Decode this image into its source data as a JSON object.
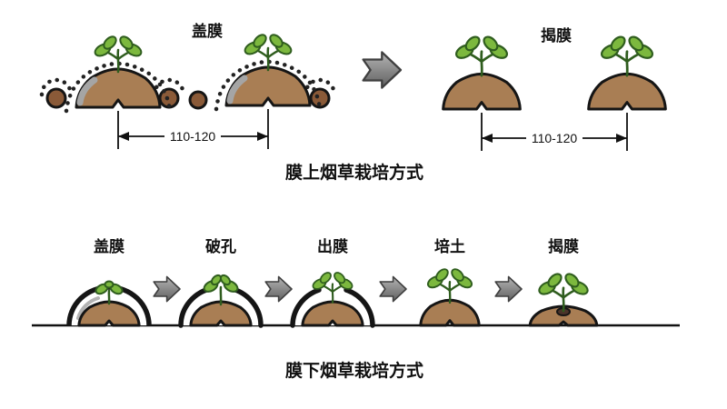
{
  "diagram": {
    "top": {
      "cover_label": "盖膜",
      "remove_label": "揭膜",
      "spacing_left": "110-120",
      "spacing_right": "110-120",
      "caption": "膜上烟草栽培方式"
    },
    "bottom": {
      "stages": [
        {
          "label": "盖膜"
        },
        {
          "label": "破孔"
        },
        {
          "label": "出膜"
        },
        {
          "label": "培土"
        },
        {
          "label": "揭膜"
        }
      ],
      "caption": "膜下烟草栽培方式"
    }
  },
  "colors": {
    "soil": "#a97e54",
    "soil_dark": "#8a5a38",
    "leaf": "#7cb83e",
    "leaf_dark": "#2f5d1e",
    "outline": "#151515",
    "film_gray": "#a5a5a5",
    "arrow_light": "#b5b5b5",
    "arrow_dark": "#5f5f5f"
  }
}
